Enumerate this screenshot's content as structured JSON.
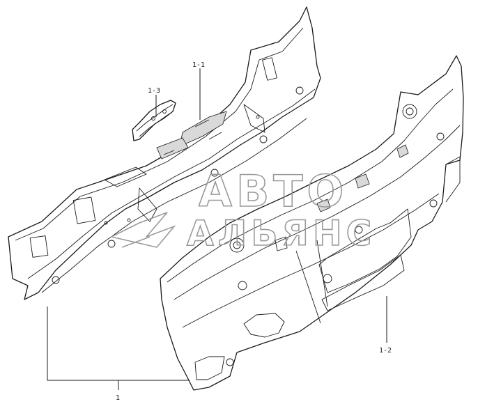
{
  "diagram": {
    "callouts": [
      {
        "id": "1",
        "label": "1"
      },
      {
        "id": "1-1",
        "label": "1-1"
      },
      {
        "id": "1-2",
        "label": "1-2"
      },
      {
        "id": "1-3",
        "label": "1-3"
      }
    ],
    "watermark": {
      "line1": "ABTO",
      "line2": "AЛЬЯНС"
    },
    "colors": {
      "line": "#1a1a1a",
      "watermark": "#9a9a9a",
      "background": "#ffffff"
    }
  }
}
